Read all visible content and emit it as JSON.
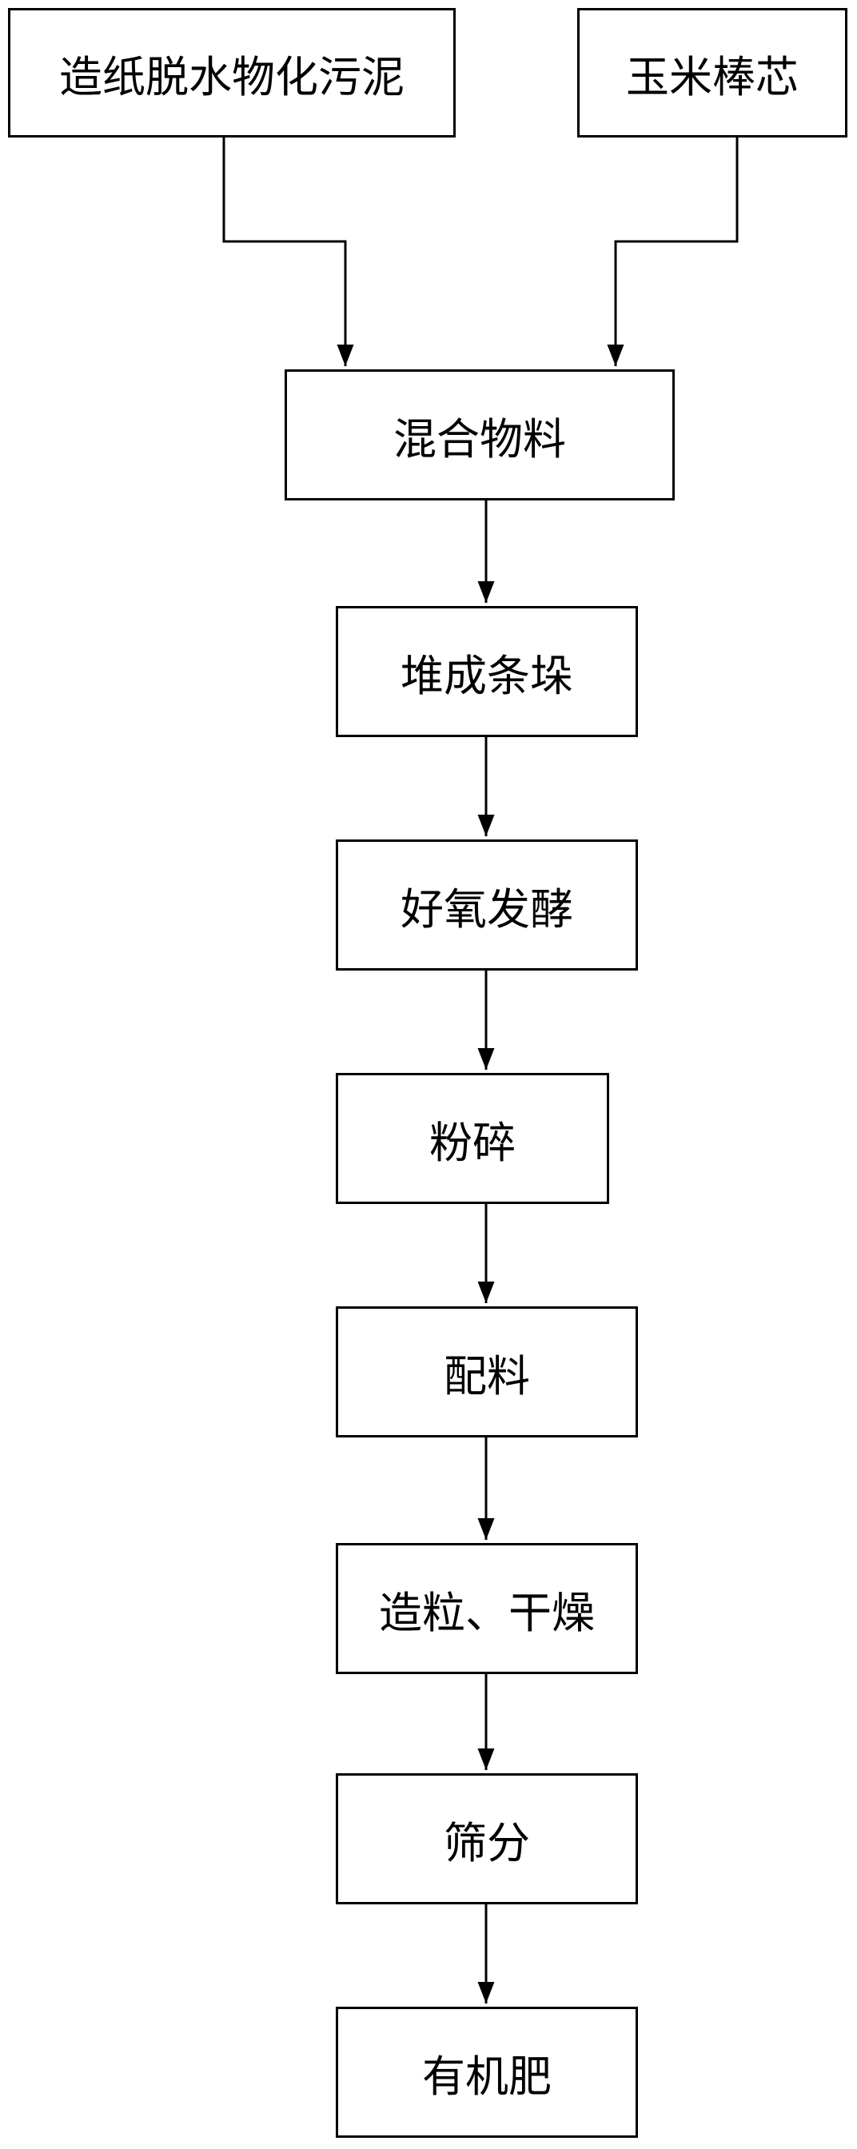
{
  "flowchart": {
    "inputs": {
      "paper_sludge": "造纸脱水物化污泥",
      "corn_cob": "玉米棒芯"
    },
    "steps": {
      "mixed_material": "混合物料",
      "windrow_piling": "堆成条垛",
      "aerobic_fermentation": "好氧发酵",
      "crushing": "粉碎",
      "batching": "配料",
      "granulation_drying": "造粒、干燥",
      "screening": "筛分",
      "organic_fertilizer": "有机肥"
    }
  }
}
